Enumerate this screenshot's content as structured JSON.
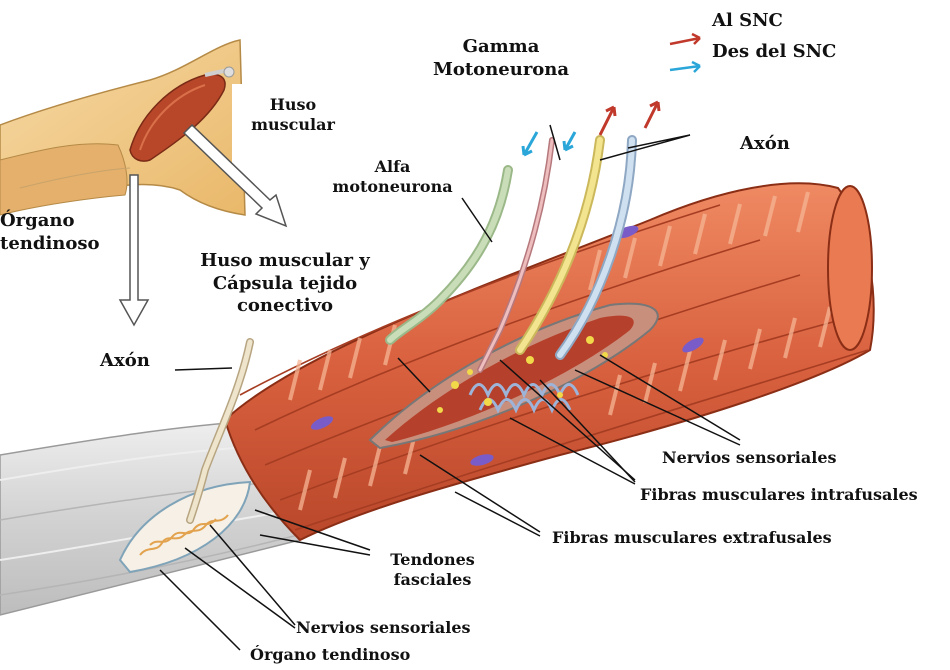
{
  "legend": {
    "to_cns": "Al SNC",
    "from_cns": "Des del SNC",
    "to_cns_color": "#c0392b",
    "from_cns_color": "#2aa6d9"
  },
  "labels": {
    "gamma_motoneuron": "Gamma\nMotoneurona",
    "axon_top": "Axón",
    "alpha_motoneuron": "Alfa\nmotoneurona",
    "muscle_spindle_inset": "Huso\nmuscular",
    "tendon_organ_left": "Órgano\ntendinoso",
    "spindle_capsule": "Huso muscular y\nCápsula tejido\nconectivo",
    "axon_left": "Axón",
    "sensory_nerves_right": "Nervios sensoriales",
    "intrafusal_fibers": "Fibras musculares intrafusales",
    "extrafusal_fibers": "Fibras musculares extrafusales",
    "fascial_tendons": "Tendones\nfasciales",
    "sensory_nerves_bottom": "Nervios sensoriales",
    "tendon_organ_bottom": "Órgano tendinoso"
  },
  "colors": {
    "muscle": "#d9613f",
    "muscle_dark": "#a8391f",
    "muscle_light": "#f29a72",
    "tendon": "#d7d7d7",
    "nucleus": "#7a5cc8",
    "nerve_green": "#b8d3a2",
    "nerve_yellow": "#f3e58f",
    "nerve_blue": "#bcd3ea",
    "nerve_pink": "#e6a7a7",
    "skin": "#f0c98a"
  }
}
